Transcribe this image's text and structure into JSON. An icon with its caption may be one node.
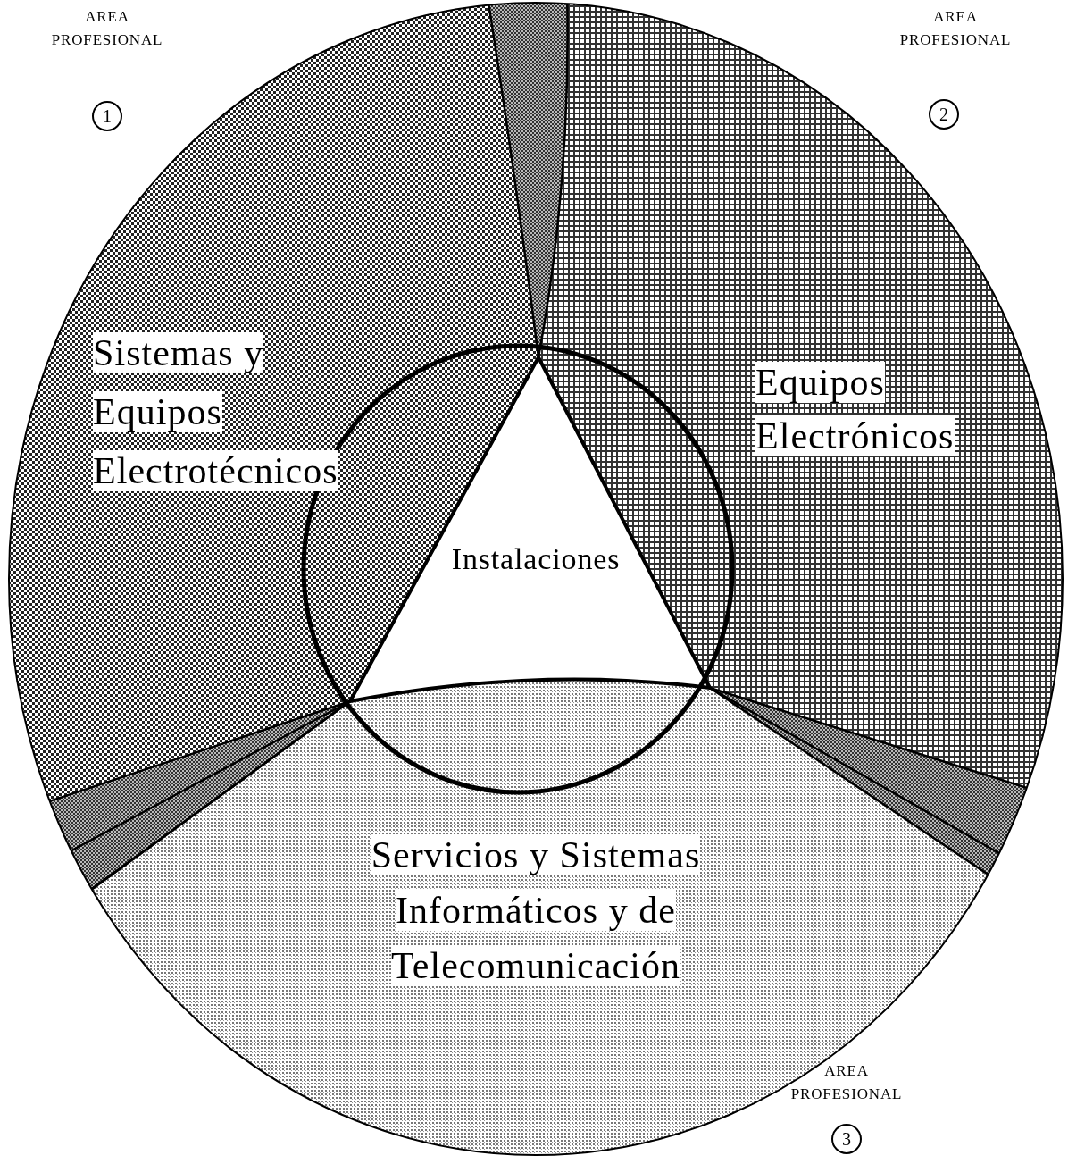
{
  "diagram": {
    "nodes": [
      {
        "text": [
          "Sistemas y Equipos Electrotécnicos"
        ]
      },
      {
        "text": [
          "Equipos Electrónicos"
        ]
      },
      {
        "text": [
          "Servicios y Sistemas Informáticos y de Telecomunicación"
        ]
      },
      {
        "text": [
          "Instalaciones"
        ]
      },
      {
        "text": [
          "1"
        ],
        "beside": [
          "AREA PROFESIONAL"
        ]
      },
      {
        "text": [
          "2"
        ],
        "beside": [
          "AREA PROFESIONAL"
        ]
      },
      {
        "text": [
          "3"
        ],
        "beside": [
          "AREA PROFESIONAL"
        ]
      }
    ]
  }
}
